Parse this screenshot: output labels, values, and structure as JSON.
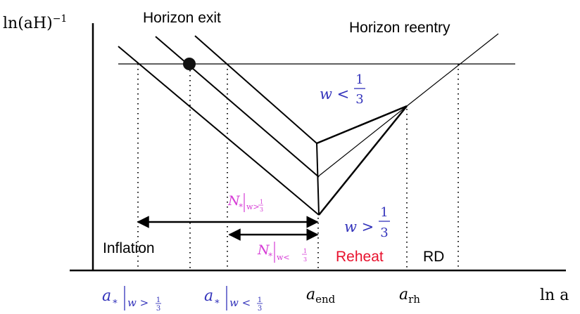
{
  "axes": {
    "y_label": "ln(aH)",
    "y_label_exp": "−1",
    "x_label": "ln a"
  },
  "labels": {
    "horizon_exit": "Horizon exit",
    "horizon_reentry": "Horizon reentry",
    "inflation": "Inflation",
    "reheat": "Reheat",
    "rd": "RD"
  },
  "equation_of_state": {
    "w_lt": {
      "lhs": "w <",
      "num": "1",
      "den": "3"
    },
    "w_gt": {
      "lhs": "w >",
      "num": "1",
      "den": "3"
    }
  },
  "efolds": {
    "n_gt": {
      "base": "N",
      "sub_star": "∗",
      "bar_sub": "w>",
      "num": "1",
      "den": "3"
    },
    "n_lt": {
      "base": "N",
      "sub_star": "∗",
      "bar_sub": "w<",
      "num": "1",
      "den": "3"
    }
  },
  "x_ticks": {
    "a_star_gt": {
      "base": "a",
      "star": "∗",
      "cond": "w >",
      "num": "1",
      "den": "3"
    },
    "a_star_lt": {
      "base": "a",
      "star": "∗",
      "cond": "w <",
      "num": "1",
      "den": "3"
    },
    "a_end": {
      "base": "a",
      "sub": "end"
    },
    "a_rh": {
      "base": "a",
      "sub": "rh"
    }
  },
  "colors": {
    "line": "#000000",
    "math_blue": "#3333bb",
    "magenta": "#d63cd6",
    "reheat_red": "#e8112d"
  }
}
